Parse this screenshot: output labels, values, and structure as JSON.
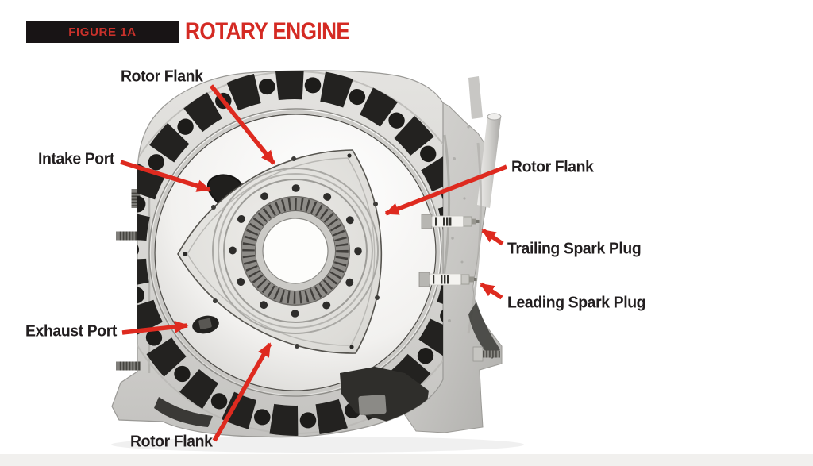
{
  "figure_tag": {
    "text": "FIGURE 1A"
  },
  "title": {
    "text": "ROTARY ENGINE"
  },
  "colors": {
    "tag_bg": "#181415",
    "tag_text_red": "#c9312b",
    "title_red": "#d42a23",
    "arrow_red": "#de2a1f",
    "label_text": "#221e1f",
    "housing_gray": "#d7d6d3",
    "cutout_dark": "#232220",
    "page_bg": "#ffffff"
  },
  "diagram": {
    "subject": "Rotary engine housing cutaway with triangular rotor, internal ring gear, ports and spark plugs",
    "labels": {
      "rotor_flank_top": "Rotor Flank",
      "intake_port": "Intake Port",
      "rotor_flank_right": "Rotor Flank",
      "trailing_spark_plug": "Trailing Spark Plug",
      "leading_spark_plug": "Leading Spark Plug",
      "exhaust_port": "Exhaust Port",
      "rotor_flank_bottom": "Rotor Flank"
    }
  }
}
